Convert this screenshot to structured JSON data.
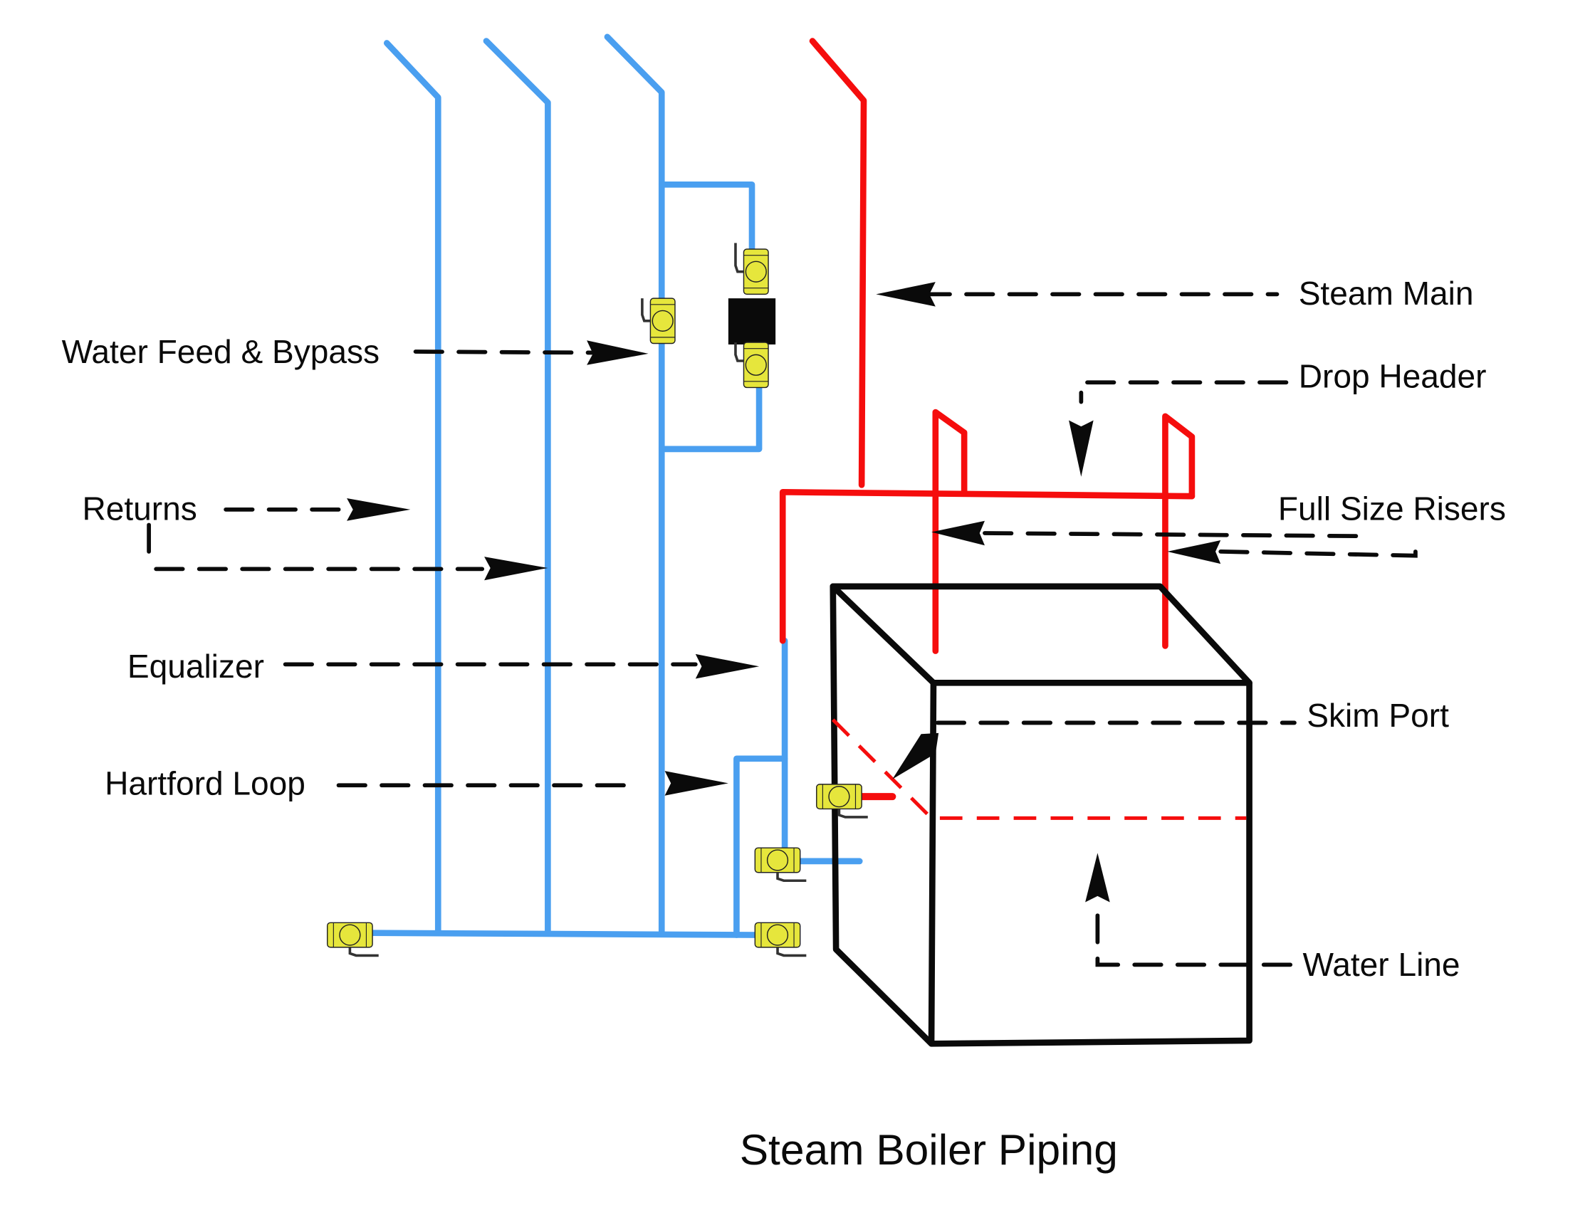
{
  "title": "Steam Boiler Piping",
  "labels": {
    "water_feed_bypass": "Water Feed & Bypass",
    "returns": "Returns",
    "equalizer": "Equalizer",
    "hartford_loop": "Hartford Loop",
    "steam_main": "Steam Main",
    "drop_header": "Drop Header",
    "full_size_risers": "Full Size Risers",
    "skim_port": "Skim Port",
    "water_line": "Water Line"
  },
  "colors": {
    "return_pipe": "#4a9ff0",
    "steam_pipe": "#f50d0d",
    "boiler_outline": "#0a0a0a",
    "valve": "#e6e63c",
    "feeder": "#0a0a0a"
  }
}
